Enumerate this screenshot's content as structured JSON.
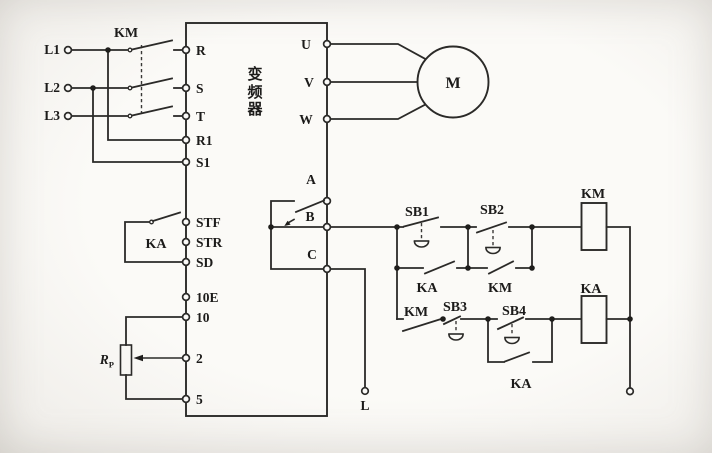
{
  "colors": {
    "line": "#2b2a28",
    "background": "#f1efeb",
    "paper": "#fbfaf8"
  },
  "power_input": {
    "l1": "L1",
    "l2": "L2",
    "l3": "L3",
    "contactor": "KM"
  },
  "inverter": {
    "name_chars": [
      "变",
      "频",
      "器"
    ],
    "left_terminals": {
      "r": "R",
      "s": "S",
      "t": "T",
      "r1": "R1",
      "s1": "S1",
      "stf": "STF",
      "str": "STR",
      "sd": "SD",
      "t10e": "10E",
      "t10": "10",
      "t2": "2",
      "t5": "5"
    },
    "right_terminals": {
      "u": "U",
      "v": "V",
      "w": "W",
      "a": "A",
      "b": "B",
      "c": "C"
    }
  },
  "motor": {
    "label": "M"
  },
  "run_contact": {
    "label": "KA"
  },
  "potentiometer": {
    "symbol": "R",
    "subscript": "P"
  },
  "control": {
    "sb1": "SB1",
    "sb2": "SB2",
    "sb3": "SB3",
    "sb4": "SB4",
    "km_coil": "KM",
    "ka_coil": "KA",
    "ka_hold": "KA",
    "km_hold": "KM",
    "km_interlock": "KM",
    "ka_parallel": "KA",
    "line_terminal": "L"
  }
}
